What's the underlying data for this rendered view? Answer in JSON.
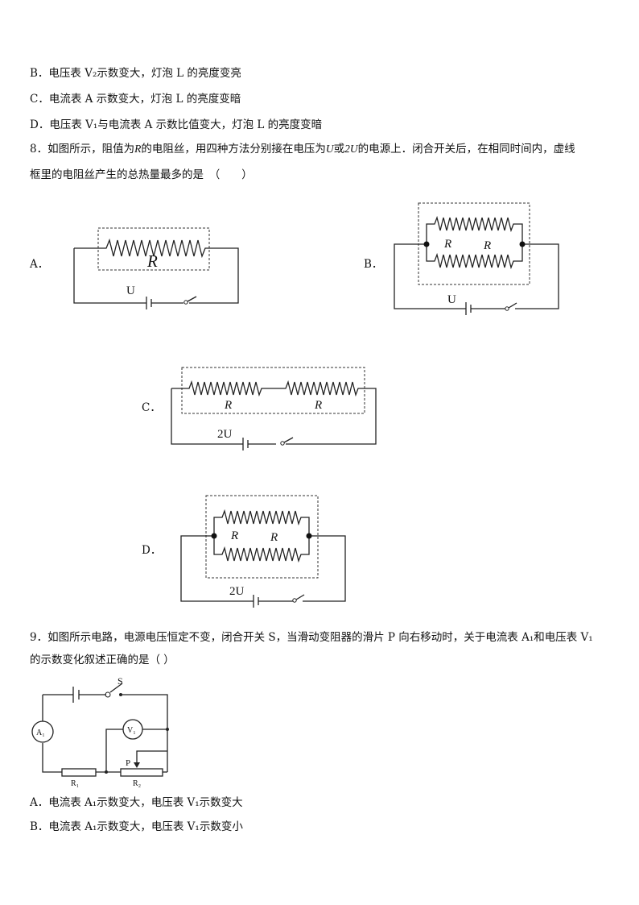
{
  "q7_options": {
    "B": "B．电压表 V₂示数变大，灯泡 L 的亮度变亮",
    "C": "C．电流表 A 示数变大，灯泡 L 的亮度变暗",
    "D": "D．电压表 V₁与电流表 A 示数比值变大，灯泡 L 的亮度变暗"
  },
  "q8": {
    "line1_pre": "8．如图所示，阻值为",
    "R": "R",
    "line1_mid": "的电阻丝，用四种方法分别接在电压为",
    "U": "U",
    "or": "或",
    "twoU": "2U",
    "line1_post": "的电源上．闭合开关后，在相同时间内，虚线",
    "line2": "框里的电阻丝产生的总热量最多的是　（　　）",
    "optA": "A．",
    "optB": "B．",
    "optC": "C．",
    "optD": "D．",
    "figA": {
      "R": "R",
      "V": "U"
    },
    "figB": {
      "R1": "R",
      "R2": "R",
      "V": "U"
    },
    "figC": {
      "R1": "R",
      "R2": "R",
      "V": "2U"
    },
    "figD": {
      "R1": "R",
      "R2": "R",
      "V": "2U"
    }
  },
  "q9": {
    "line1": "9．如图所示电路，电源电压恒定不变，闭合开关 S，当滑动变阻器的滑片 P 向右移动时，关于电流表 A₁和电压表 V₁",
    "line2": "的示数变化叙述正确的是（ ）",
    "fig": {
      "S": "S",
      "A1": "A₁",
      "V1": "V₁",
      "P": "P",
      "R1": "R₁",
      "R2": "R₂"
    },
    "optA": "A．电流表 A₁示数变大，电压表 V₁示数变大",
    "optB": "B．电流表 A₁示数变大，电压表 V₁示数变小"
  }
}
